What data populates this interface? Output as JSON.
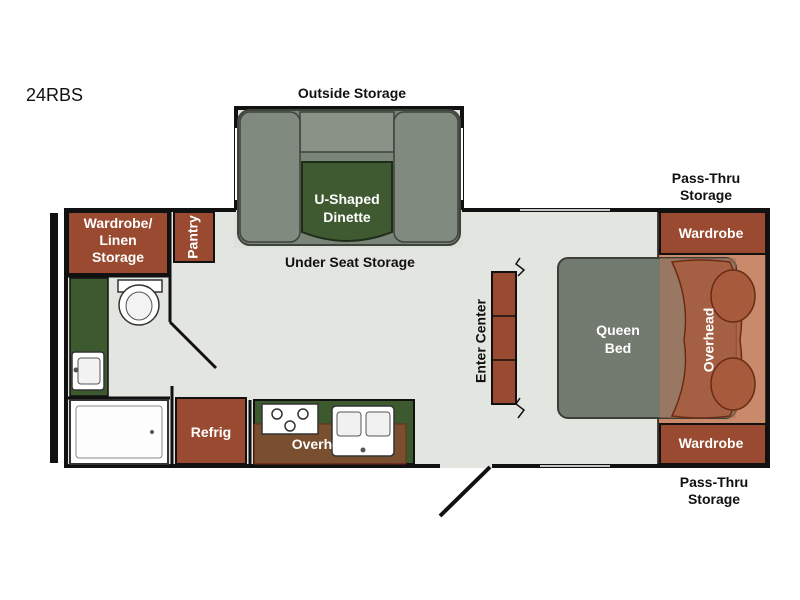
{
  "model": "24RBS",
  "labels": {
    "outside_storage": "Outside Storage",
    "dinette_line1": "U-Shaped",
    "dinette_line2": "Dinette",
    "under_seat_storage": "Under Seat Storage",
    "wardrobe_linen_line1": "Wardrobe/",
    "wardrobe_linen_line2": "Linen",
    "wardrobe_linen_line3": "Storage",
    "pantry": "Pantry",
    "enter_center": "Enter Center",
    "queen_bed_line1": "Queen",
    "queen_bed_line2": "Bed",
    "overhead_bedroom": "Overhead",
    "wardrobe_top": "Wardrobe",
    "wardrobe_bottom": "Wardrobe",
    "pass_thru_top_line1": "Pass-Thru",
    "pass_thru_top_line2": "Storage",
    "pass_thru_bottom_line1": "Pass-Thru",
    "pass_thru_bottom_line2": "Storage",
    "refrig": "Refrig",
    "overhead_kitchen": "Overhead"
  },
  "colors": {
    "floor": "#e3e5e1",
    "wall": "#111111",
    "cabinet": "#9a4a30",
    "cabinet_light": "#c98a6c",
    "seat": "#7b8479",
    "seat_dark": "#545d52",
    "table_green": "#3f5a31",
    "counter_green": "#3d5a2e",
    "bed": "#737b70",
    "fixture": "#ffffff"
  }
}
